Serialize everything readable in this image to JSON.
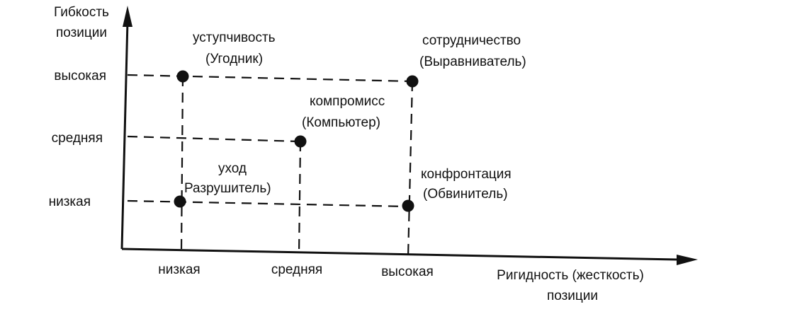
{
  "y_axis": {
    "title_line1": "Гибкость",
    "title_line2": "позиции"
  },
  "x_axis": {
    "title_line1": "Ригидность (жесткость)",
    "title_line2": "позиции"
  },
  "y_ticks": {
    "high": "высокая",
    "medium": "средняя",
    "low": "низкая"
  },
  "x_ticks": {
    "low": "низкая",
    "medium": "средняя",
    "high": "высокая"
  },
  "styles": {
    "accommodation": {
      "name": "уступчивость",
      "role": "(Угодник)"
    },
    "collaboration": {
      "name": "сотрудничество",
      "role": "(Выравниватель)"
    },
    "compromise": {
      "name": "компромисс",
      "role": "(Компьютер)"
    },
    "avoidance": {
      "name": "уход",
      "role": "Разрушитель)"
    },
    "confrontation": {
      "name": "конфронтация",
      "role": "(Обвинитель)"
    }
  },
  "chart_data": {
    "type": "scatter",
    "x_categories": [
      "низкая",
      "средняя",
      "высокая"
    ],
    "y_categories": [
      "низкая",
      "средняя",
      "высокая"
    ],
    "points": [
      {
        "x": "низкая",
        "y": "высокая",
        "label": "уступчивость (Угодник)"
      },
      {
        "x": "высокая",
        "y": "высокая",
        "label": "сотрудничество (Выравниватель)"
      },
      {
        "x": "средняя",
        "y": "средняя",
        "label": "компромисс (Компьютер)"
      },
      {
        "x": "низкая",
        "y": "низкая",
        "label": "уход Разрушитель)"
      },
      {
        "x": "высокая",
        "y": "низкая",
        "label": "конфронтация (Обвинитель)"
      }
    ]
  }
}
